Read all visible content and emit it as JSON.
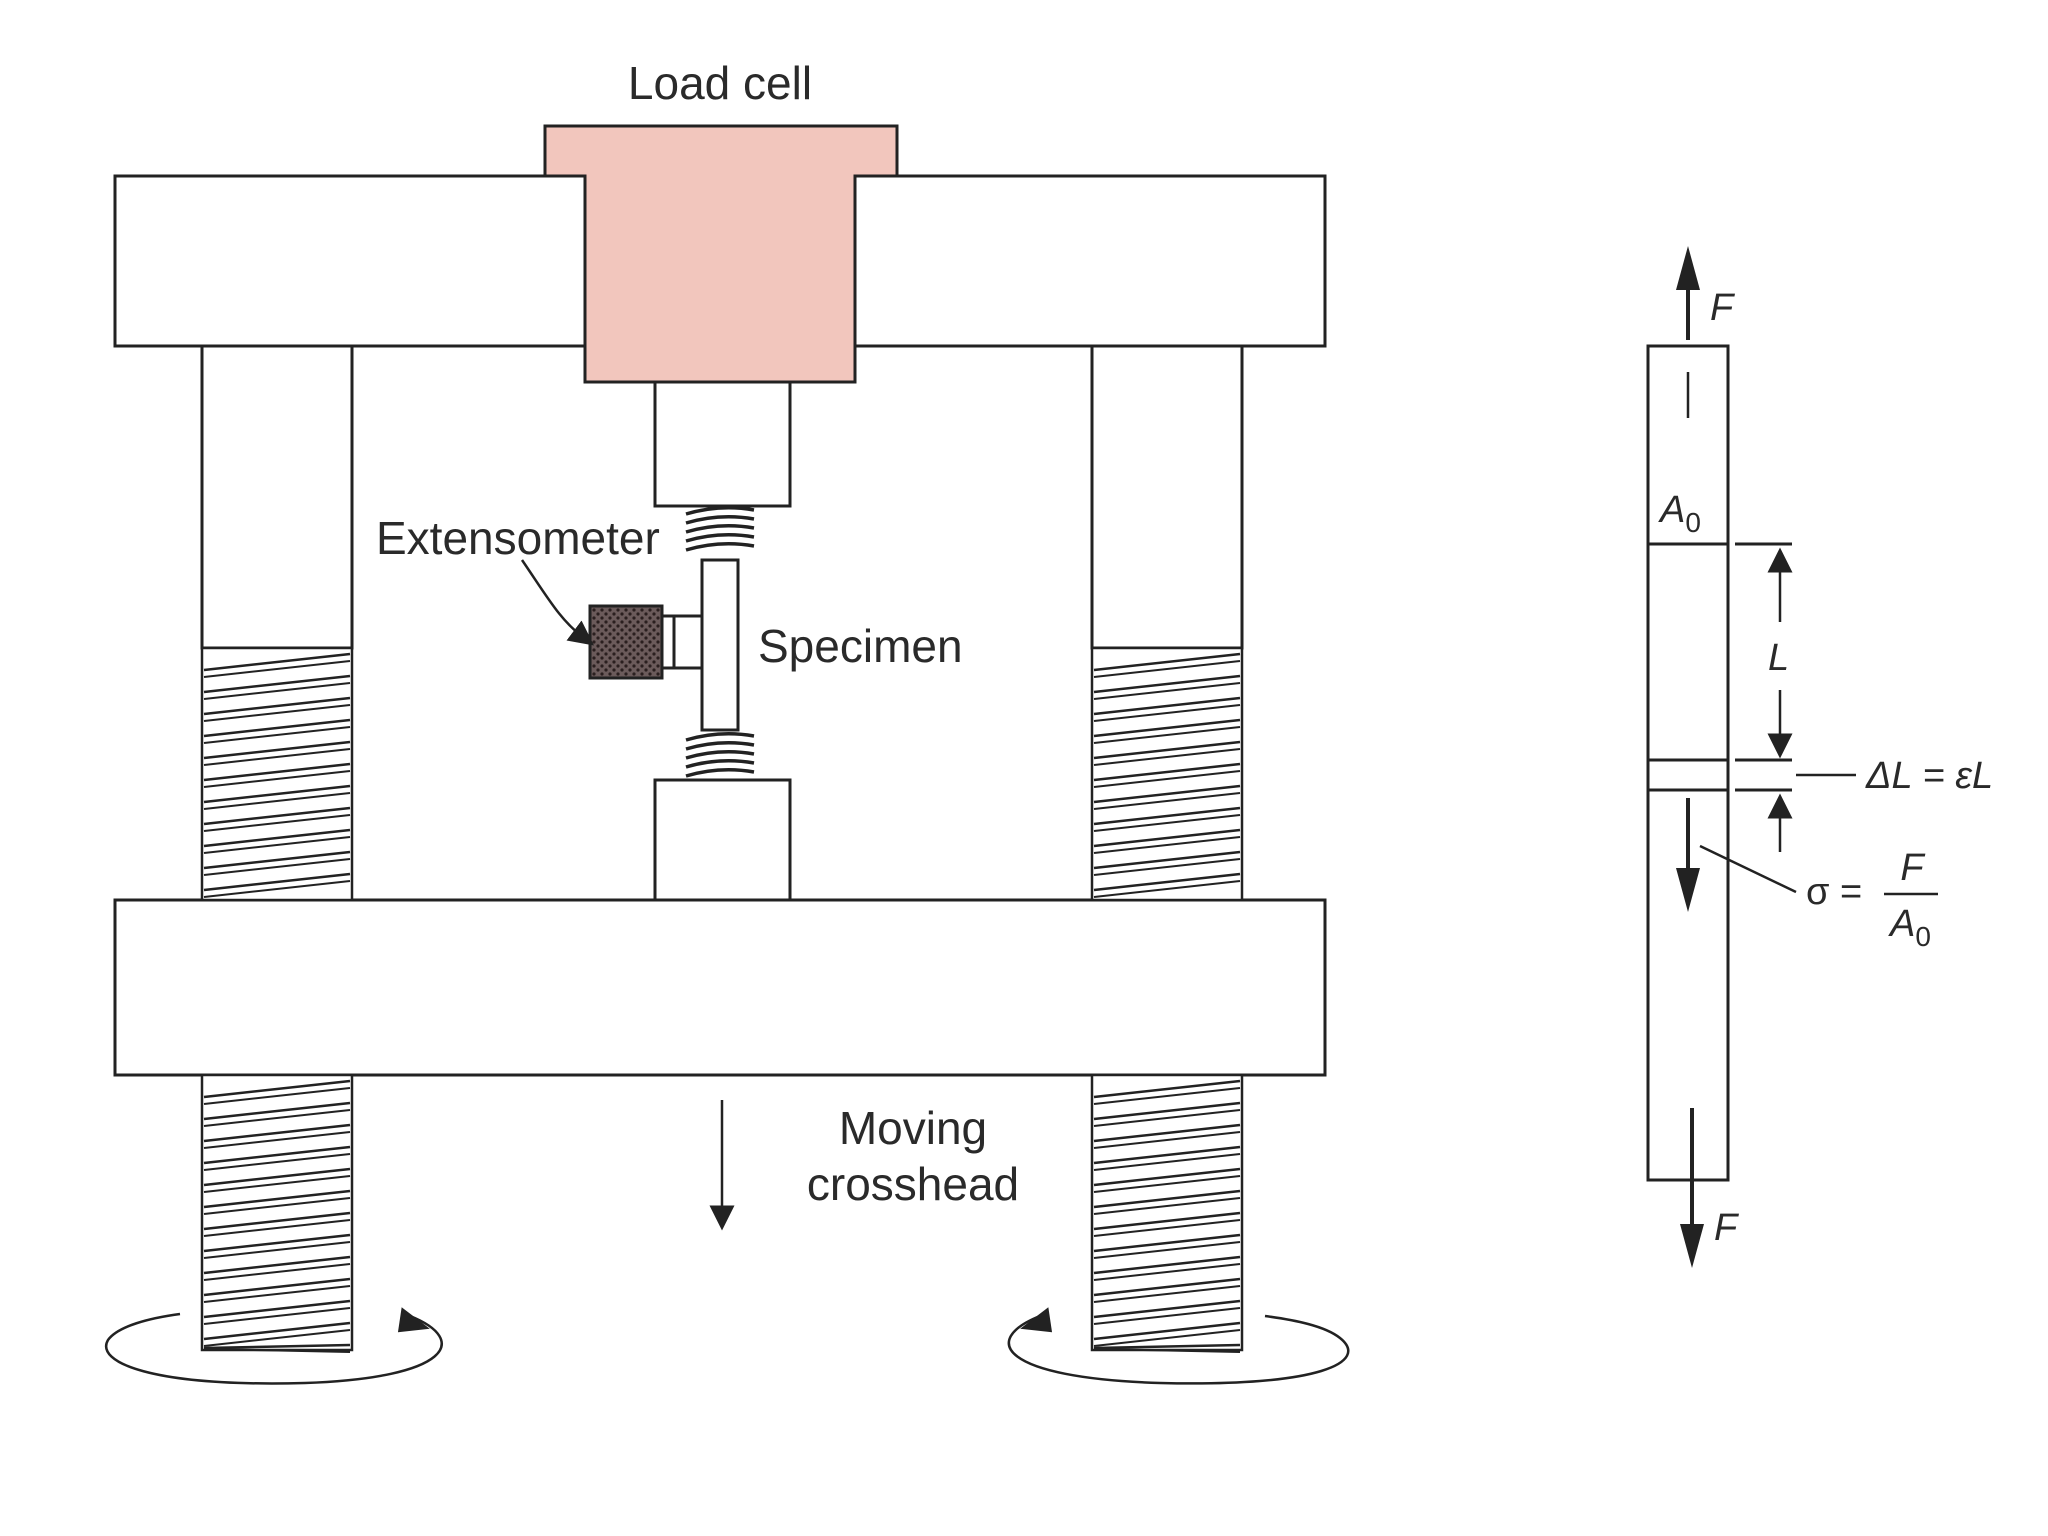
{
  "labels": {
    "load_cell": "Load cell",
    "extensometer": "Extensometer",
    "specimen": "Specimen",
    "moving_crosshead_line1": "Moving",
    "moving_crosshead_line2": "crosshead"
  },
  "symbols": {
    "force_top": "F",
    "force_bottom": "F",
    "area_letter": "A",
    "area_subscript": "0",
    "length": "L",
    "elongation": "ΔL = εL",
    "stress_lhs": "σ =",
    "stress_numerator": "F",
    "stress_denominator_letter": "A",
    "stress_denominator_subscript": "0"
  },
  "colors": {
    "load_cell_fill": "#f2c6bd",
    "outline": "#222222",
    "extensometer_fill": "#4a3a3a",
    "background": "#ffffff"
  }
}
